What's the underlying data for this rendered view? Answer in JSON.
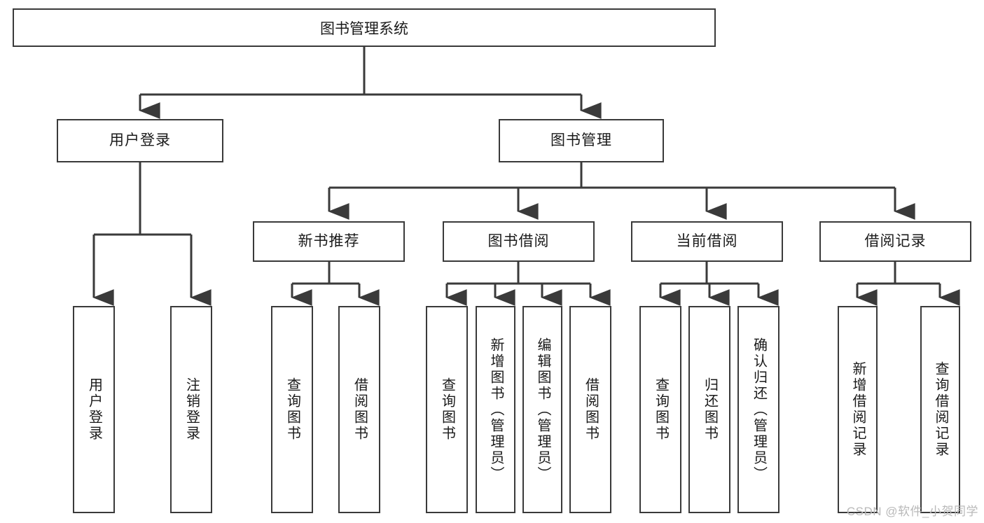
{
  "diagram": {
    "type": "tree-hierarchy-chart",
    "title": "图书管理系统",
    "watermark": "CSDN @软件_小贺同学",
    "colors": {
      "box_border": "#3a3a3a",
      "box_fill": "#ffffff",
      "connector": "#3a3a3a",
      "text": "#1a1a1a",
      "watermark": "#b9b9b9",
      "background": "#ffffff"
    },
    "nodes": {
      "root": {
        "label": "图书管理系统",
        "level": 0,
        "orientation": "horizontal"
      },
      "user_login": {
        "label": "用户登录",
        "level": 1,
        "orientation": "horizontal"
      },
      "book_manage": {
        "label": "图书管理",
        "level": 1,
        "orientation": "horizontal"
      },
      "new_book_rec": {
        "label": "新书推荐",
        "level": 2,
        "orientation": "horizontal"
      },
      "book_borrow": {
        "label": "图书借阅",
        "level": 2,
        "orientation": "horizontal"
      },
      "current_borrow": {
        "label": "当前借阅",
        "level": 2,
        "orientation": "horizontal"
      },
      "borrow_record": {
        "label": "借阅记录",
        "level": 2,
        "orientation": "horizontal"
      },
      "leaf_user_login": {
        "label": "用户登录",
        "level": 3,
        "orientation": "vertical",
        "parent": "用户登录"
      },
      "leaf_logout": {
        "label": "注销登录",
        "level": 3,
        "orientation": "vertical",
        "parent": "用户登录"
      },
      "leaf_query_book_1": {
        "label": "查询图书",
        "level": 3,
        "orientation": "vertical",
        "parent": "新书推荐"
      },
      "leaf_borrow_book_1": {
        "label": "借阅图书",
        "level": 3,
        "orientation": "vertical",
        "parent": "新书推荐"
      },
      "leaf_query_book_2": {
        "label": "查询图书",
        "level": 3,
        "orientation": "vertical",
        "parent": "图书借阅"
      },
      "leaf_add_book": {
        "label": "新增图书（管理员）",
        "level": 3,
        "orientation": "vertical",
        "parent": "图书借阅"
      },
      "leaf_edit_book": {
        "label": "编辑图书（管理员）",
        "level": 3,
        "orientation": "vertical",
        "parent": "图书借阅"
      },
      "leaf_borrow_book_2": {
        "label": "借阅图书",
        "level": 3,
        "orientation": "vertical",
        "parent": "图书借阅"
      },
      "leaf_query_book_3": {
        "label": "查询图书",
        "level": 3,
        "orientation": "vertical",
        "parent": "当前借阅"
      },
      "leaf_return_book": {
        "label": "归还图书",
        "level": 3,
        "orientation": "vertical",
        "parent": "当前借阅"
      },
      "leaf_confirm_return": {
        "label": "确认归还（管理员）",
        "level": 3,
        "orientation": "vertical",
        "parent": "当前借阅"
      },
      "leaf_add_record": {
        "label": "新增借阅记录",
        "level": 3,
        "orientation": "vertical",
        "parent": "借阅记录"
      },
      "leaf_query_record": {
        "label": "查询借阅记录",
        "level": 3,
        "orientation": "vertical",
        "parent": "借阅记录"
      }
    }
  }
}
